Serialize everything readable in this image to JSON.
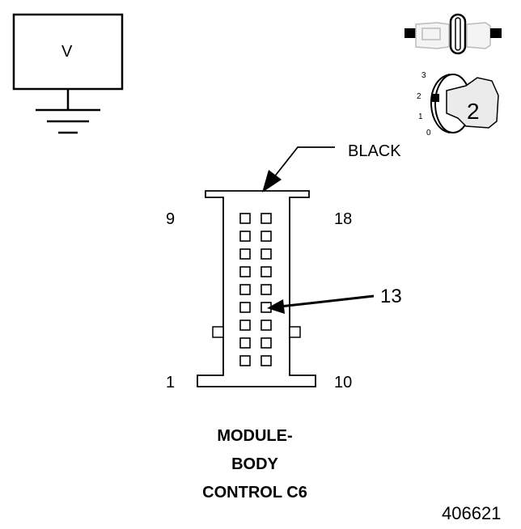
{
  "voltmeter": {
    "label": "V",
    "icon": "voltmeter-ground-icon"
  },
  "switch": {
    "positions": [
      "3",
      "2",
      "1",
      "0"
    ],
    "key_position": "2",
    "icon": "ignition-key-icon"
  },
  "connector": {
    "color_label": "BLACK",
    "pin_labels": {
      "top_left": "9",
      "top_right": "18",
      "bottom_left": "1",
      "bottom_right": "10"
    },
    "callout_pin": "13",
    "rows": 9,
    "columns": 2,
    "icon": "connector-face-icon"
  },
  "title": [
    "MODULE-",
    "BODY",
    "CONTROL C6"
  ],
  "figure_number": "406621"
}
